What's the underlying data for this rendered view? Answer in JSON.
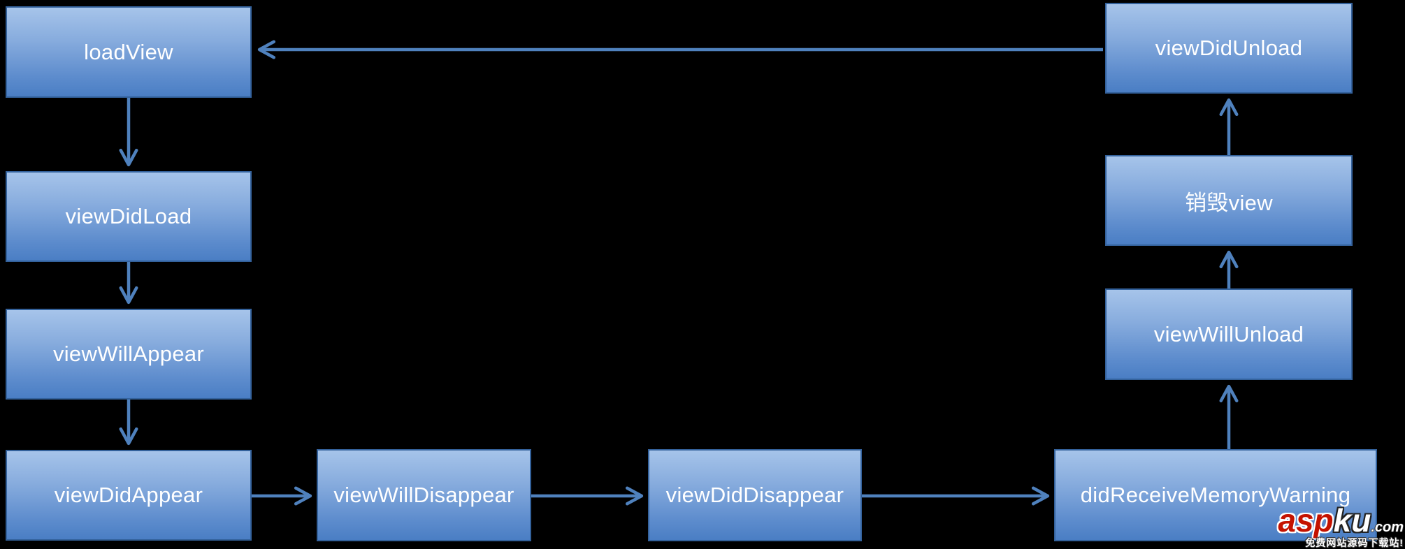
{
  "diagram": {
    "description": "iOS UIViewController view lifecycle flowchart",
    "nodes": [
      {
        "id": "loadView",
        "label": "loadView"
      },
      {
        "id": "viewDidLoad",
        "label": "viewDidLoad"
      },
      {
        "id": "viewWillAppear",
        "label": "viewWillAppear"
      },
      {
        "id": "viewDidAppear",
        "label": "viewDidAppear"
      },
      {
        "id": "viewWillDisappear",
        "label": "viewWillDisappear"
      },
      {
        "id": "viewDidDisappear",
        "label": "viewDidDisappear"
      },
      {
        "id": "didReceiveMemoryWarning",
        "label": "didReceiveMemoryWarning"
      },
      {
        "id": "viewWillUnload",
        "label": "viewWillUnload"
      },
      {
        "id": "destroy-view",
        "label": "销毁view"
      },
      {
        "id": "viewDidUnload",
        "label": "viewDidUnload"
      }
    ],
    "edges": [
      {
        "from": "loadView",
        "to": "viewDidLoad"
      },
      {
        "from": "viewDidLoad",
        "to": "viewWillAppear"
      },
      {
        "from": "viewWillAppear",
        "to": "viewDidAppear"
      },
      {
        "from": "viewDidAppear",
        "to": "viewWillDisappear"
      },
      {
        "from": "viewWillDisappear",
        "to": "viewDidDisappear"
      },
      {
        "from": "viewDidDisappear",
        "to": "didReceiveMemoryWarning"
      },
      {
        "from": "didReceiveMemoryWarning",
        "to": "viewWillUnload"
      },
      {
        "from": "viewWillUnload",
        "to": "destroy-view"
      },
      {
        "from": "destroy-view",
        "to": "viewDidUnload"
      },
      {
        "from": "viewDidUnload",
        "to": "loadView"
      }
    ],
    "colors": {
      "background": "#000000",
      "node_gradient_top": "#a6c4ea",
      "node_gradient_bottom": "#4a7ec4",
      "node_border": "#34629c",
      "arrow": "#4f81bd",
      "text": "#ffffff"
    }
  },
  "watermark": {
    "brand_red": "asp",
    "brand_white": "ku",
    "brand_suffix": ".com",
    "tagline": "免费网站源码下载站!"
  }
}
